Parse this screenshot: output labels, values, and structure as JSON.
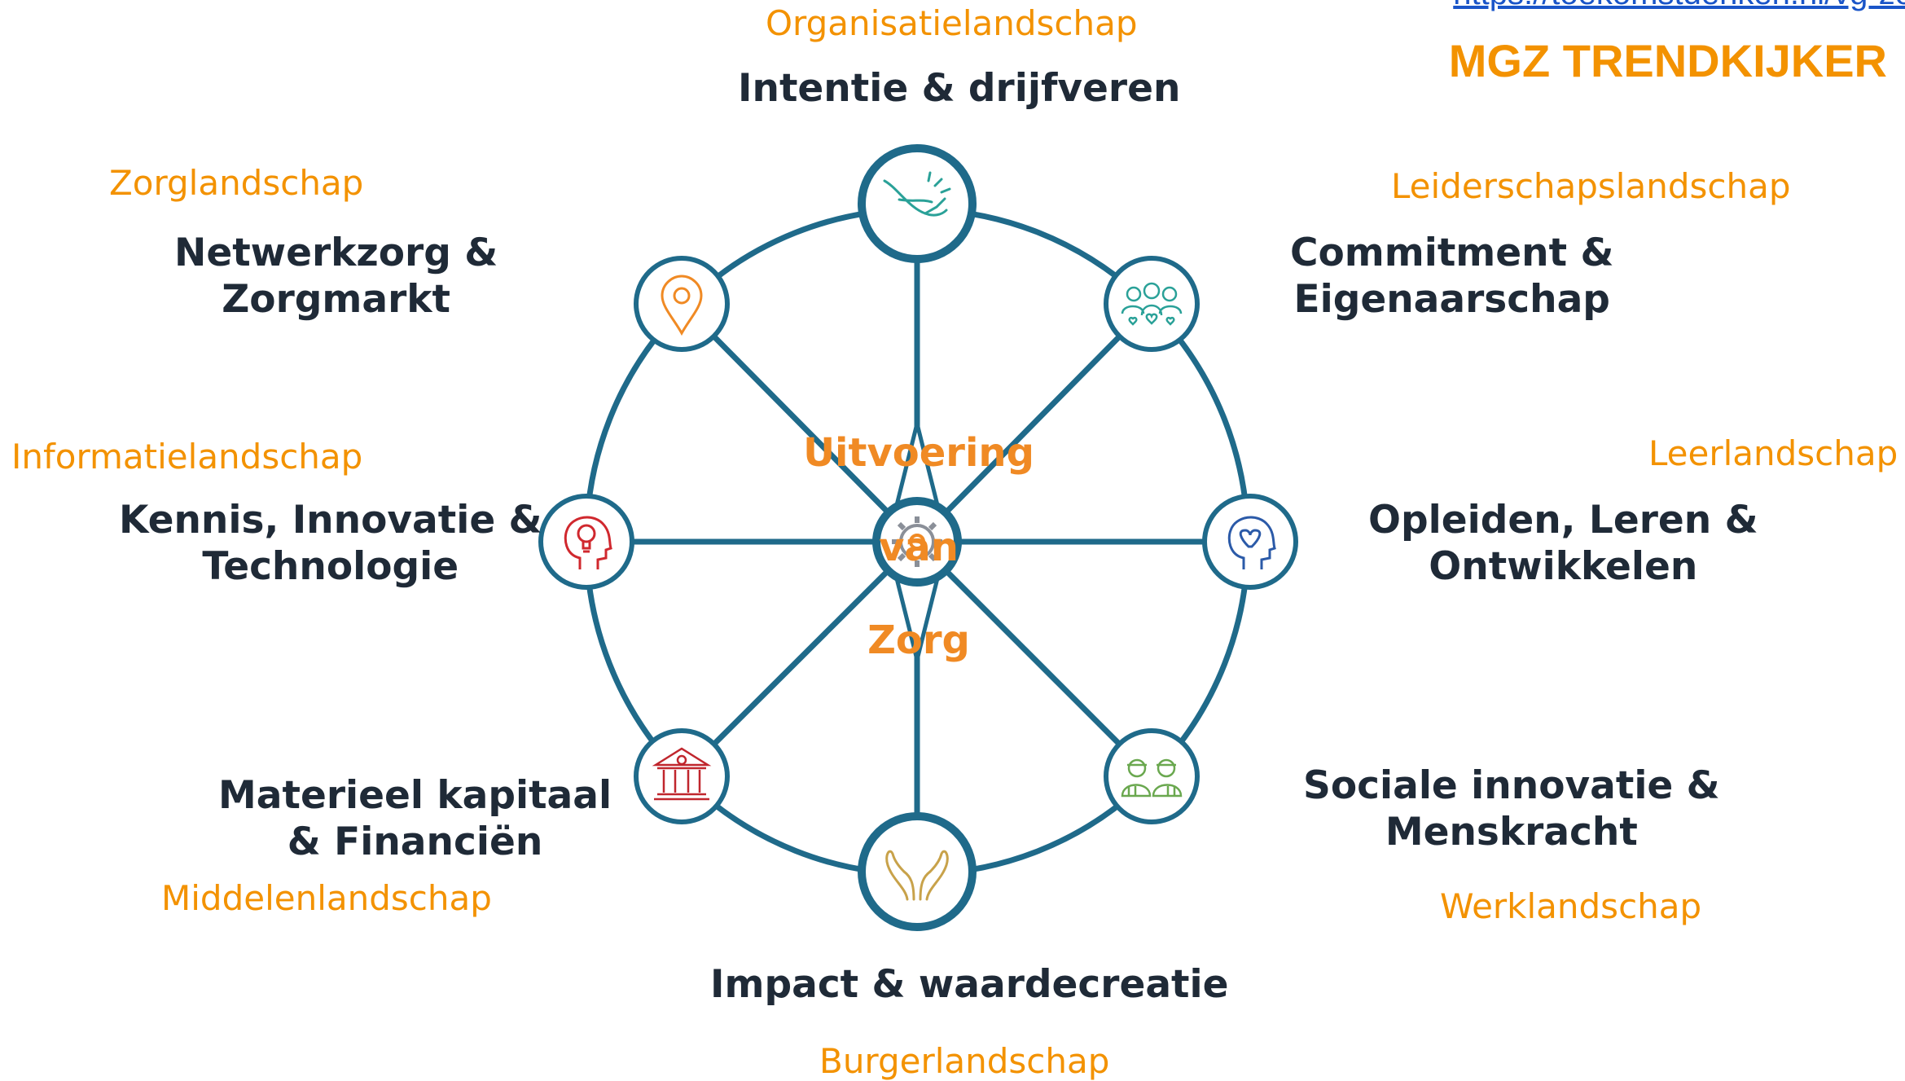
{
  "header": {
    "url_text": "https://toekomstdenken.nl/vg-zo",
    "brand": "MGZ TRENDKIJKER"
  },
  "center": {
    "line1": "Uitvoering",
    "line2": "van",
    "line3": "Zorg"
  },
  "colors": {
    "ring": "#1f6a8a",
    "accent": "#f39200",
    "text": "#1f2a37"
  },
  "segments": [
    {
      "landscape": "Organisatielandschap",
      "theme_lines": [
        "Intentie & drijfveren"
      ],
      "icon": "helping-hand-icon"
    },
    {
      "landscape": "Leiderschapslandschap",
      "theme_lines": [
        "Commitment &",
        "Eigenaarschap"
      ],
      "icon": "team-hearts-icon"
    },
    {
      "landscape": "Leerlandschap",
      "theme_lines": [
        "Opleiden, Leren &",
        "Ontwikkelen"
      ],
      "icon": "head-heart-icon"
    },
    {
      "landscape": "Werklandschap",
      "theme_lines": [
        "Sociale innovatie &",
        "Menskracht"
      ],
      "icon": "workers-icon"
    },
    {
      "landscape": "Burgerlandschap",
      "theme_lines": [
        "Impact & waardecreatie"
      ],
      "icon": "caring-hands-icon"
    },
    {
      "landscape": "Middelenlandschap",
      "theme_lines": [
        "Materieel kapitaal",
        "& Financiën"
      ],
      "icon": "bank-euro-icon"
    },
    {
      "landscape": "Informatielandschap",
      "theme_lines": [
        "Kennis, Innovatie &",
        "Technologie"
      ],
      "icon": "head-lightbulb-icon"
    },
    {
      "landscape": "Zorglandschap",
      "theme_lines": [
        "Netwerkzorg &",
        "Zorgmarkt"
      ],
      "icon": "location-pin-icon"
    }
  ]
}
